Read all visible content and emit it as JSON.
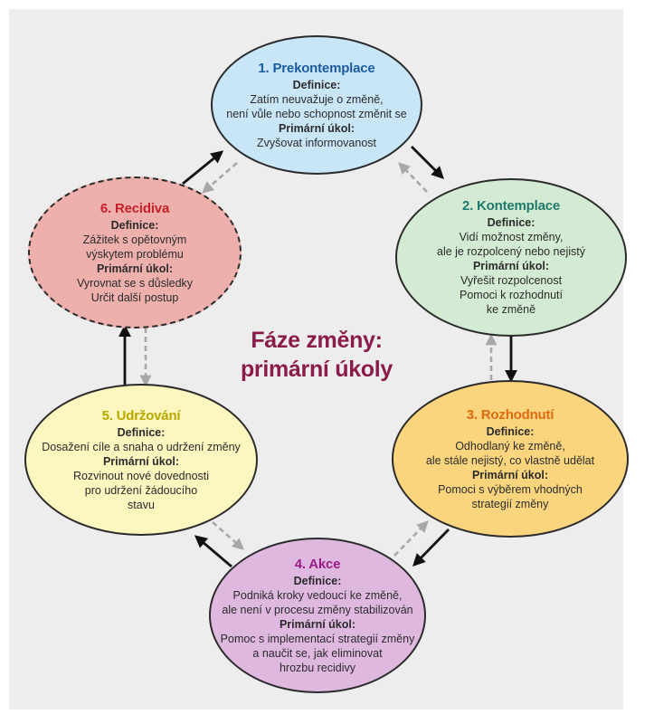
{
  "center_title": {
    "line1": "Fáze změny:",
    "line2": "primární úkoly"
  },
  "colors": {
    "precontemplation_fill": "#c9e6f9",
    "precontemplation_title": "#1c5b9e",
    "contemplation_fill": "#d3ebd3",
    "contemplation_title": "#1f7a6c",
    "decision_fill": "#fbd57e",
    "decision_title": "#e06a10",
    "action_fill": "#dfb8e0",
    "action_title": "#9a1c86",
    "maintenance_fill": "#fdf6bf",
    "maintenance_title": "#b8a800",
    "relapse_fill": "#edb0ac",
    "relapse_title": "#c8202b",
    "center_title": "#8b1b4a"
  },
  "stages": {
    "precontemplation": {
      "title": "1. Prekontemplace",
      "definition_label": "Definice:",
      "definition": [
        "Zatím neuvažuje o změně,",
        "není vůle nebo schopnost změnit se"
      ],
      "task_label": "Primární úkol:",
      "task": [
        "Zvyšovat informovanost"
      ]
    },
    "contemplation": {
      "title": "2. Kontemplace",
      "definition_label": "Definice:",
      "definition": [
        "Vidí možnost změny,",
        "ale je rozpolcený nebo nejistý"
      ],
      "task_label": "Primární úkol:",
      "task": [
        "Vyřešit rozpolcenost",
        "Pomoci k rozhodnutí",
        "ke změně"
      ]
    },
    "decision": {
      "title": "3. Rozhodnutí",
      "definition_label": "Definice:",
      "definition": [
        "Odhodlaný ke změně,",
        "ale stále nejistý, co vlastně udělat"
      ],
      "task_label": "Primární úkol:",
      "task": [
        "Pomoci s výběrem vhodných",
        "strategií změny"
      ]
    },
    "action": {
      "title": "4. Akce",
      "definition_label": "Definice:",
      "definition": [
        "Podniká kroky vedoucí ke změně,",
        "ale není v procesu změny stabilizován"
      ],
      "task_label": "Primární úkol:",
      "task": [
        "Pomoc s implementací strategií změny",
        "a naučit se, jak eliminovat",
        "hrozbu recidivy"
      ]
    },
    "maintenance": {
      "title": "5. Udržování",
      "definition_label": "Definice:",
      "definition": [
        "Dosažení cíle a snaha o udržení změny"
      ],
      "task_label": "Primární úkol:",
      "task": [
        "Rozvinout nové dovednosti",
        "pro udržení žádoucího",
        "stavu"
      ]
    },
    "relapse": {
      "title": "6. Recidiva",
      "definition_label": "Definice:",
      "definition": [
        "Zážitek s opětovným",
        "výskytem problému"
      ],
      "task_label": "Primární úkol:",
      "task": [
        "Vyrovnat se s důsledky",
        "Určit další postup"
      ]
    }
  }
}
